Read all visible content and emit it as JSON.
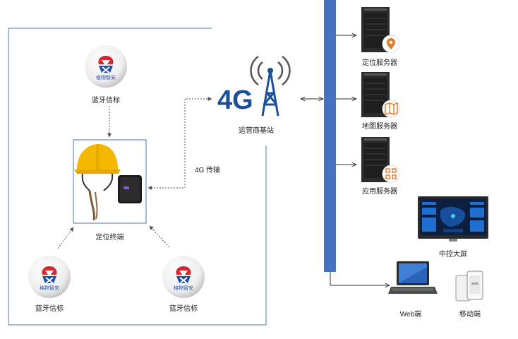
{
  "beacons": [
    {
      "label": "蓝牙信标",
      "logo_text": "格物智安"
    },
    {
      "label": "蓝牙信标",
      "logo_text": "格物智安"
    },
    {
      "label": "蓝牙信标",
      "logo_text": "格物智安"
    }
  ],
  "terminal": {
    "label": "定位终端"
  },
  "transmission": {
    "label": "4G 传输"
  },
  "base_station": {
    "label": "运营商基站",
    "logo_text": "4G"
  },
  "servers": [
    {
      "label": "定位服务器",
      "icon": "location-pin-icon"
    },
    {
      "label": "地图服务器",
      "icon": "map-icon"
    },
    {
      "label": "应用服务器",
      "icon": "apps-grid-icon"
    }
  ],
  "clients": {
    "big_screen": "中控大屏",
    "web": "Web端",
    "mobile": "移动端"
  },
  "colors": {
    "bus": "#4472c4",
    "frame": "#4a73b8",
    "helmet": "#f5b800",
    "logo_red": "#d8262e",
    "logo_blue": "#1f4fa8",
    "tower_blue": "#1a4f9c",
    "server_dark": "#2b2b2b",
    "icon_orange": "#e07b2c"
  }
}
